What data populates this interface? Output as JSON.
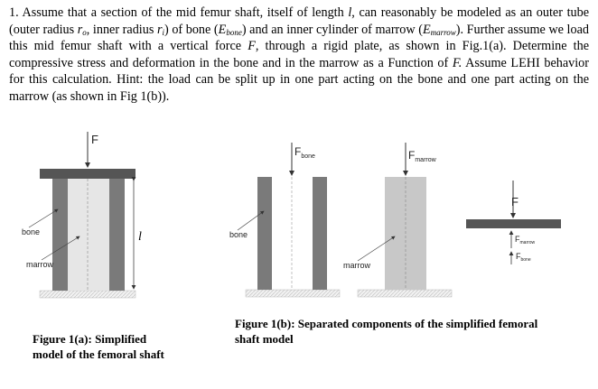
{
  "problem": {
    "number": "1.",
    "t1": " Assume that a section of the mid femur shaft, itself of length ",
    "len_var": "l",
    "t2": ", can reasonably be modeled as an outer tube (outer radius ",
    "ro_var": "r",
    "ro_sub": "o",
    "t3": ", inner radius ",
    "ri_var": "r",
    "ri_sub": "i",
    "t4": ") of bone (",
    "eb_var": "E",
    "eb_sub": "bone",
    "t5": ") and an inner cylinder of marrow (",
    "em_var": "E",
    "em_sub": "marrow",
    "t6": "). Further assume we load this mid femur shaft with a vertical force ",
    "f_var": "F",
    "t7": ", through a rigid plate, as shown in Fig.1(a). Determine the compressive stress and deformation in the bone and in the marrow as a Function of ",
    "f_var2": "F.",
    "t8": " Assume LEHI behavior for this calculation. Hint: the load can be split up in one part acting on the bone and one part acting on the marrow (as shown in Fig 1(b))."
  },
  "figure_a": {
    "force_label": "F",
    "bone_label": "bone",
    "marrow_label": "marrow",
    "length_label": "l",
    "caption_line1": "Figure 1(a): Simplified",
    "caption_line2": "model of the femoral shaft"
  },
  "figure_b": {
    "force_bone_main": "F",
    "force_bone_sub": "bone",
    "force_marrow_main": "F",
    "force_marrow_sub": "marrow",
    "bone_label": "bone",
    "marrow_label": "marrow",
    "plate_force": "F",
    "plate_marrow_main": "F",
    "plate_marrow_sub": "marrow",
    "plate_bone_main": "F",
    "plate_bone_sub": "bone",
    "caption_line1": "Figure 1(b): Separated components of the simplified femoral",
    "caption_line2": "shaft model"
  },
  "colors": {
    "bone": "#7a7a7a",
    "marrow": "#c8c8c8",
    "inner": "#e8e8e8",
    "plate": "#555555"
  }
}
